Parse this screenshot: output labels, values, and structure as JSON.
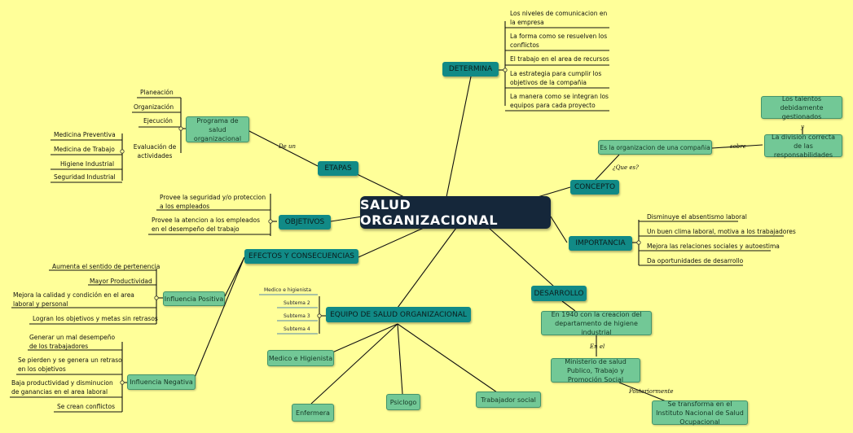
{
  "center": "SALUD ORGANIZACIONAL",
  "determina": {
    "label": "DETERMINA",
    "items": [
      "Los niveles de comunicacion en la empresa",
      "La forma como se resuelven los conflictos",
      "El trabajo en el area de recursos",
      "La estrategia para cumplir los objetivos de la compañia",
      "La manera como se integran los equipos para cada proyecto"
    ]
  },
  "etapas": {
    "label": "ETAPAS",
    "link": "De un",
    "program": "Programa de salud organizacional",
    "items": [
      "Planeación",
      "Organización",
      "Ejecución",
      "Evaluación de actividades"
    ],
    "eval_items": [
      "Medicina Preventiva",
      "Medicina de Trabajo",
      "Higiene Industrial",
      "Seguridad Industrial"
    ]
  },
  "objetivos": {
    "label": "OBJETIVOS",
    "items": [
      "Provee la seguridad y/o proteccion a los empleados",
      "Provee la atencion a los empleados en el desempeño del trabajo"
    ]
  },
  "concepto": {
    "label": "CONCEPTO",
    "link": "¿Que es?",
    "definition": "Es la organizacion de una compañia",
    "sobre": "sobre",
    "division": "La division correcta de las responsabilidades",
    "y": "y",
    "talentos": "Los talentos debidamente gestionados"
  },
  "importancia": {
    "label": "IMPORTANCIA",
    "items": [
      "Disminuye el absentismo laboral",
      "Un buen clima laboral, motiva a los trabajadores",
      "Mejora las relaciones sociales y autoestima",
      "Da oportunidades de desarrollo"
    ]
  },
  "efectos": {
    "label": "EFECTOS Y CONSECUENCIAS",
    "positiva": "Influencia Positiva",
    "positiva_items": [
      "Aumenta el sentido de pertenencia",
      "Mayor Productividad",
      "Mejora la  calidad y condición en el area laboral y personal",
      "Logran los objetivos y metas sin retrasos"
    ],
    "negativa": "Influencia Negativa",
    "negativa_items": [
      "Generar un mal desempeño de los trabajadores",
      "Se pierden y se genera un retraso en  los objetivos",
      "Baja productividad y disminucion de ganancias en el area laboral",
      "Se crean conflictos"
    ]
  },
  "equipo": {
    "label": "EQUIPO DE SALUD ORGANIZACIONAL",
    "small": [
      "Medico e higienista",
      "Subtema 2",
      "Subtema 3",
      "Subtema 4"
    ],
    "members": [
      "Medico e Higienista",
      "Enfermera",
      "Psiclogo",
      "Trabajador social"
    ]
  },
  "desarrollo": {
    "label": "DESARROLLO",
    "step1": "En 1940 con la creacion del departamento de higiene industrial",
    "link1": "En el",
    "step2": "Ministerio de salud Publico, Trabajo y Promoción Social",
    "link2": "Posteriormente",
    "step3": "Se transforma en el Instituto Nacional de Salud Ocupacional"
  }
}
